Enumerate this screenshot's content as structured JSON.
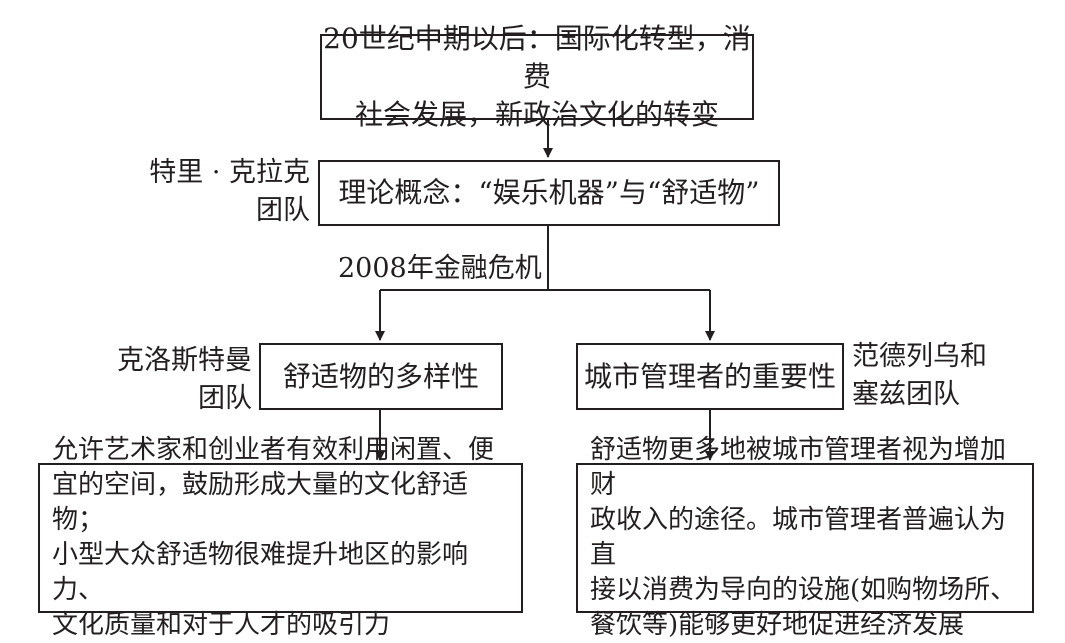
{
  "nodes": {
    "top": "20世纪中期以后：国际化转型，消费\n社会发展，新政治文化的转变",
    "theory": "理论概念：“娱乐机器”与“舒适物”",
    "diversity": "舒适物的多样性",
    "managers": "城市管理者的重要性",
    "left_bottom": "允许艺术家和创业者有效利用闲置、便\n宜的空间，鼓励形成大量的文化舒适物；\n小型大众舒适物很难提升地区的影响力、\n文化质量和对于人才的吸引力",
    "right_bottom": "舒适物更多地被城市管理者视为增加财\n政收入的途径。城市管理者普遍认为直\n接以消费为导向的设施(如购物场所、\n餐饮等)能够更好地促进经济发展"
  },
  "labels": {
    "clark": "特里 · 克拉克\n团队",
    "crisis": "2008年金融危机",
    "glossman": "克洛斯特曼\n团队",
    "fan": "范德列乌和\n塞兹团队"
  },
  "colors": {
    "stroke": "#231f20",
    "background": "#ffffff"
  }
}
